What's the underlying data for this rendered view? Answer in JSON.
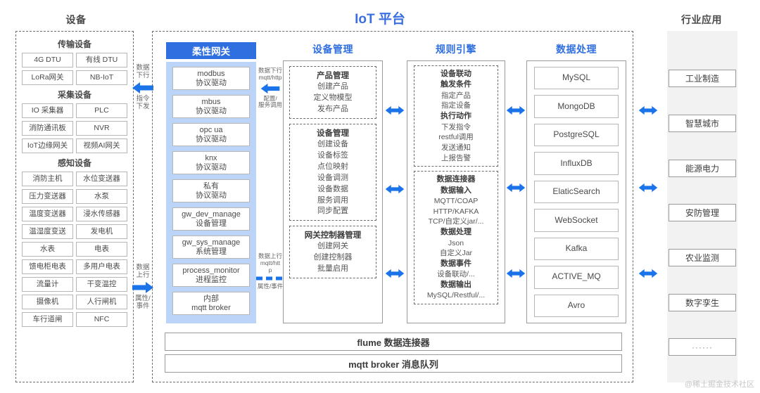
{
  "platform": {
    "title": "IoT 平台"
  },
  "devices": {
    "heading": "设备",
    "groups": [
      {
        "title": "传输设备",
        "items": [
          "4G DTU",
          "有线 DTU",
          "LoRa网关",
          "NB-IoT"
        ]
      },
      {
        "title": "采集设备",
        "items": [
          "IO 采集器",
          "PLC",
          "消防通讯板",
          "NVR",
          "IoT边缘网关",
          "视频AI网关"
        ]
      },
      {
        "title": "感知设备",
        "items": [
          "消防主机",
          "水位变送器",
          "压力变送器",
          "水泵",
          "温度变送器",
          "浸水传感器",
          "温湿度变送",
          "发电机",
          "水表",
          "电表",
          "馈电柜电表",
          "多用户电表",
          "流量计",
          "干变温控",
          "摄像机",
          "人行闸机",
          "车行道闸",
          "NFC"
        ]
      }
    ]
  },
  "channel_left_down": {
    "top": "数据\n下行",
    "bottom": "指令\n下发",
    "top_l1": "数据",
    "top_l2": "下行",
    "bot_l1": "指令",
    "bot_l2": "下发"
  },
  "channel_left_up": {
    "top_l1": "数据",
    "top_l2": "上行",
    "bot_l1": "属性/",
    "bot_l2": "事件"
  },
  "channel_gw_down": {
    "top_l1": "数据下行",
    "top_l2": "mqtt/http",
    "bot_l1": "配置/",
    "bot_l2": "服务调用"
  },
  "channel_gw_up": {
    "top_l1": "数据上行",
    "top_l2": "mqtt/htt",
    "top_l3": "p",
    "bot_l1": "属性/事件"
  },
  "gateway": {
    "heading": "柔性网关",
    "items": [
      {
        "l1": "modbus",
        "l2": "协议驱动"
      },
      {
        "l1": "mbus",
        "l2": "协议驱动"
      },
      {
        "l1": "opc ua",
        "l2": "协议驱动"
      },
      {
        "l1": "knx",
        "l2": "协议驱动"
      },
      {
        "l1": "私有",
        "l2": "协议驱动"
      },
      {
        "l1": "gw_dev_manage",
        "l2": "设备管理"
      },
      {
        "l1": "gw_sys_manage",
        "l2": "系统管理"
      },
      {
        "l1": "process_monitor",
        "l2": "进程监控"
      },
      {
        "l1": "内部",
        "l2": "mqtt broker"
      }
    ]
  },
  "device_mgmt": {
    "heading": "设备管理",
    "cards": [
      {
        "title": "产品管理",
        "items": [
          "创建产品",
          "定义物模型",
          "发布产品"
        ]
      },
      {
        "title": "设备管理",
        "items": [
          "创建设备",
          "设备标签",
          "点位映射",
          "设备调测",
          "设备数据",
          "服务调用",
          "同步配置"
        ]
      },
      {
        "title": "网关控制器管理",
        "items": [
          "创建网关",
          "创建控制器",
          "批量启用"
        ]
      }
    ]
  },
  "rules_engine": {
    "heading": "规则引擎",
    "cards": [
      {
        "lines": [
          {
            "text": "设备联动",
            "bold": true
          },
          {
            "text": "触发条件",
            "bold": true
          },
          {
            "text": "指定产品",
            "bold": false
          },
          {
            "text": "指定设备",
            "bold": false
          },
          {
            "text": "执行动作",
            "bold": true
          },
          {
            "text": "下发指令",
            "bold": false
          },
          {
            "text": "restful调用",
            "bold": false
          },
          {
            "text": "发送通知",
            "bold": false
          },
          {
            "text": "上报告警",
            "bold": false
          }
        ]
      },
      {
        "lines": [
          {
            "text": "数据连接器",
            "bold": true
          },
          {
            "text": "数据输入",
            "bold": true
          },
          {
            "text": "MQTT/COAP",
            "bold": false
          },
          {
            "text": "HTTP/KAFKA",
            "bold": false
          },
          {
            "text": "TCP/自定义jar/...",
            "bold": false
          },
          {
            "text": "数据处理",
            "bold": true
          },
          {
            "text": "Json",
            "bold": false
          },
          {
            "text": "自定义Jar",
            "bold": false
          },
          {
            "text": "数据事件",
            "bold": true
          },
          {
            "text": "设备联动/...",
            "bold": false
          },
          {
            "text": "数据输出",
            "bold": true
          },
          {
            "text": "MySQL/Restful/...",
            "bold": false
          }
        ]
      }
    ]
  },
  "data_processing": {
    "heading": "数据处理",
    "items": [
      "MySQL",
      "MongoDB",
      "PostgreSQL",
      "InfluxDB",
      "ElaticSearch",
      "WebSocket",
      "Kafka",
      "ACTIVE_MQ",
      "Avro"
    ]
  },
  "bottom_bars": {
    "flume": "flume 数据连接器",
    "mqtt": "mqtt broker 消息队列"
  },
  "apps": {
    "heading": "行业应用",
    "items": [
      "工业制造",
      "智慧城市",
      "能源电力",
      "安防管理",
      "农业监测",
      "数字孪生",
      "······"
    ]
  },
  "watermark": "@稀土掘金技术社区",
  "colors": {
    "accent": "#2f6fe0",
    "gateway_panel": "#bcd4f7",
    "arrow": "#1a73e8",
    "panel_gray": "#f2f2f2"
  }
}
